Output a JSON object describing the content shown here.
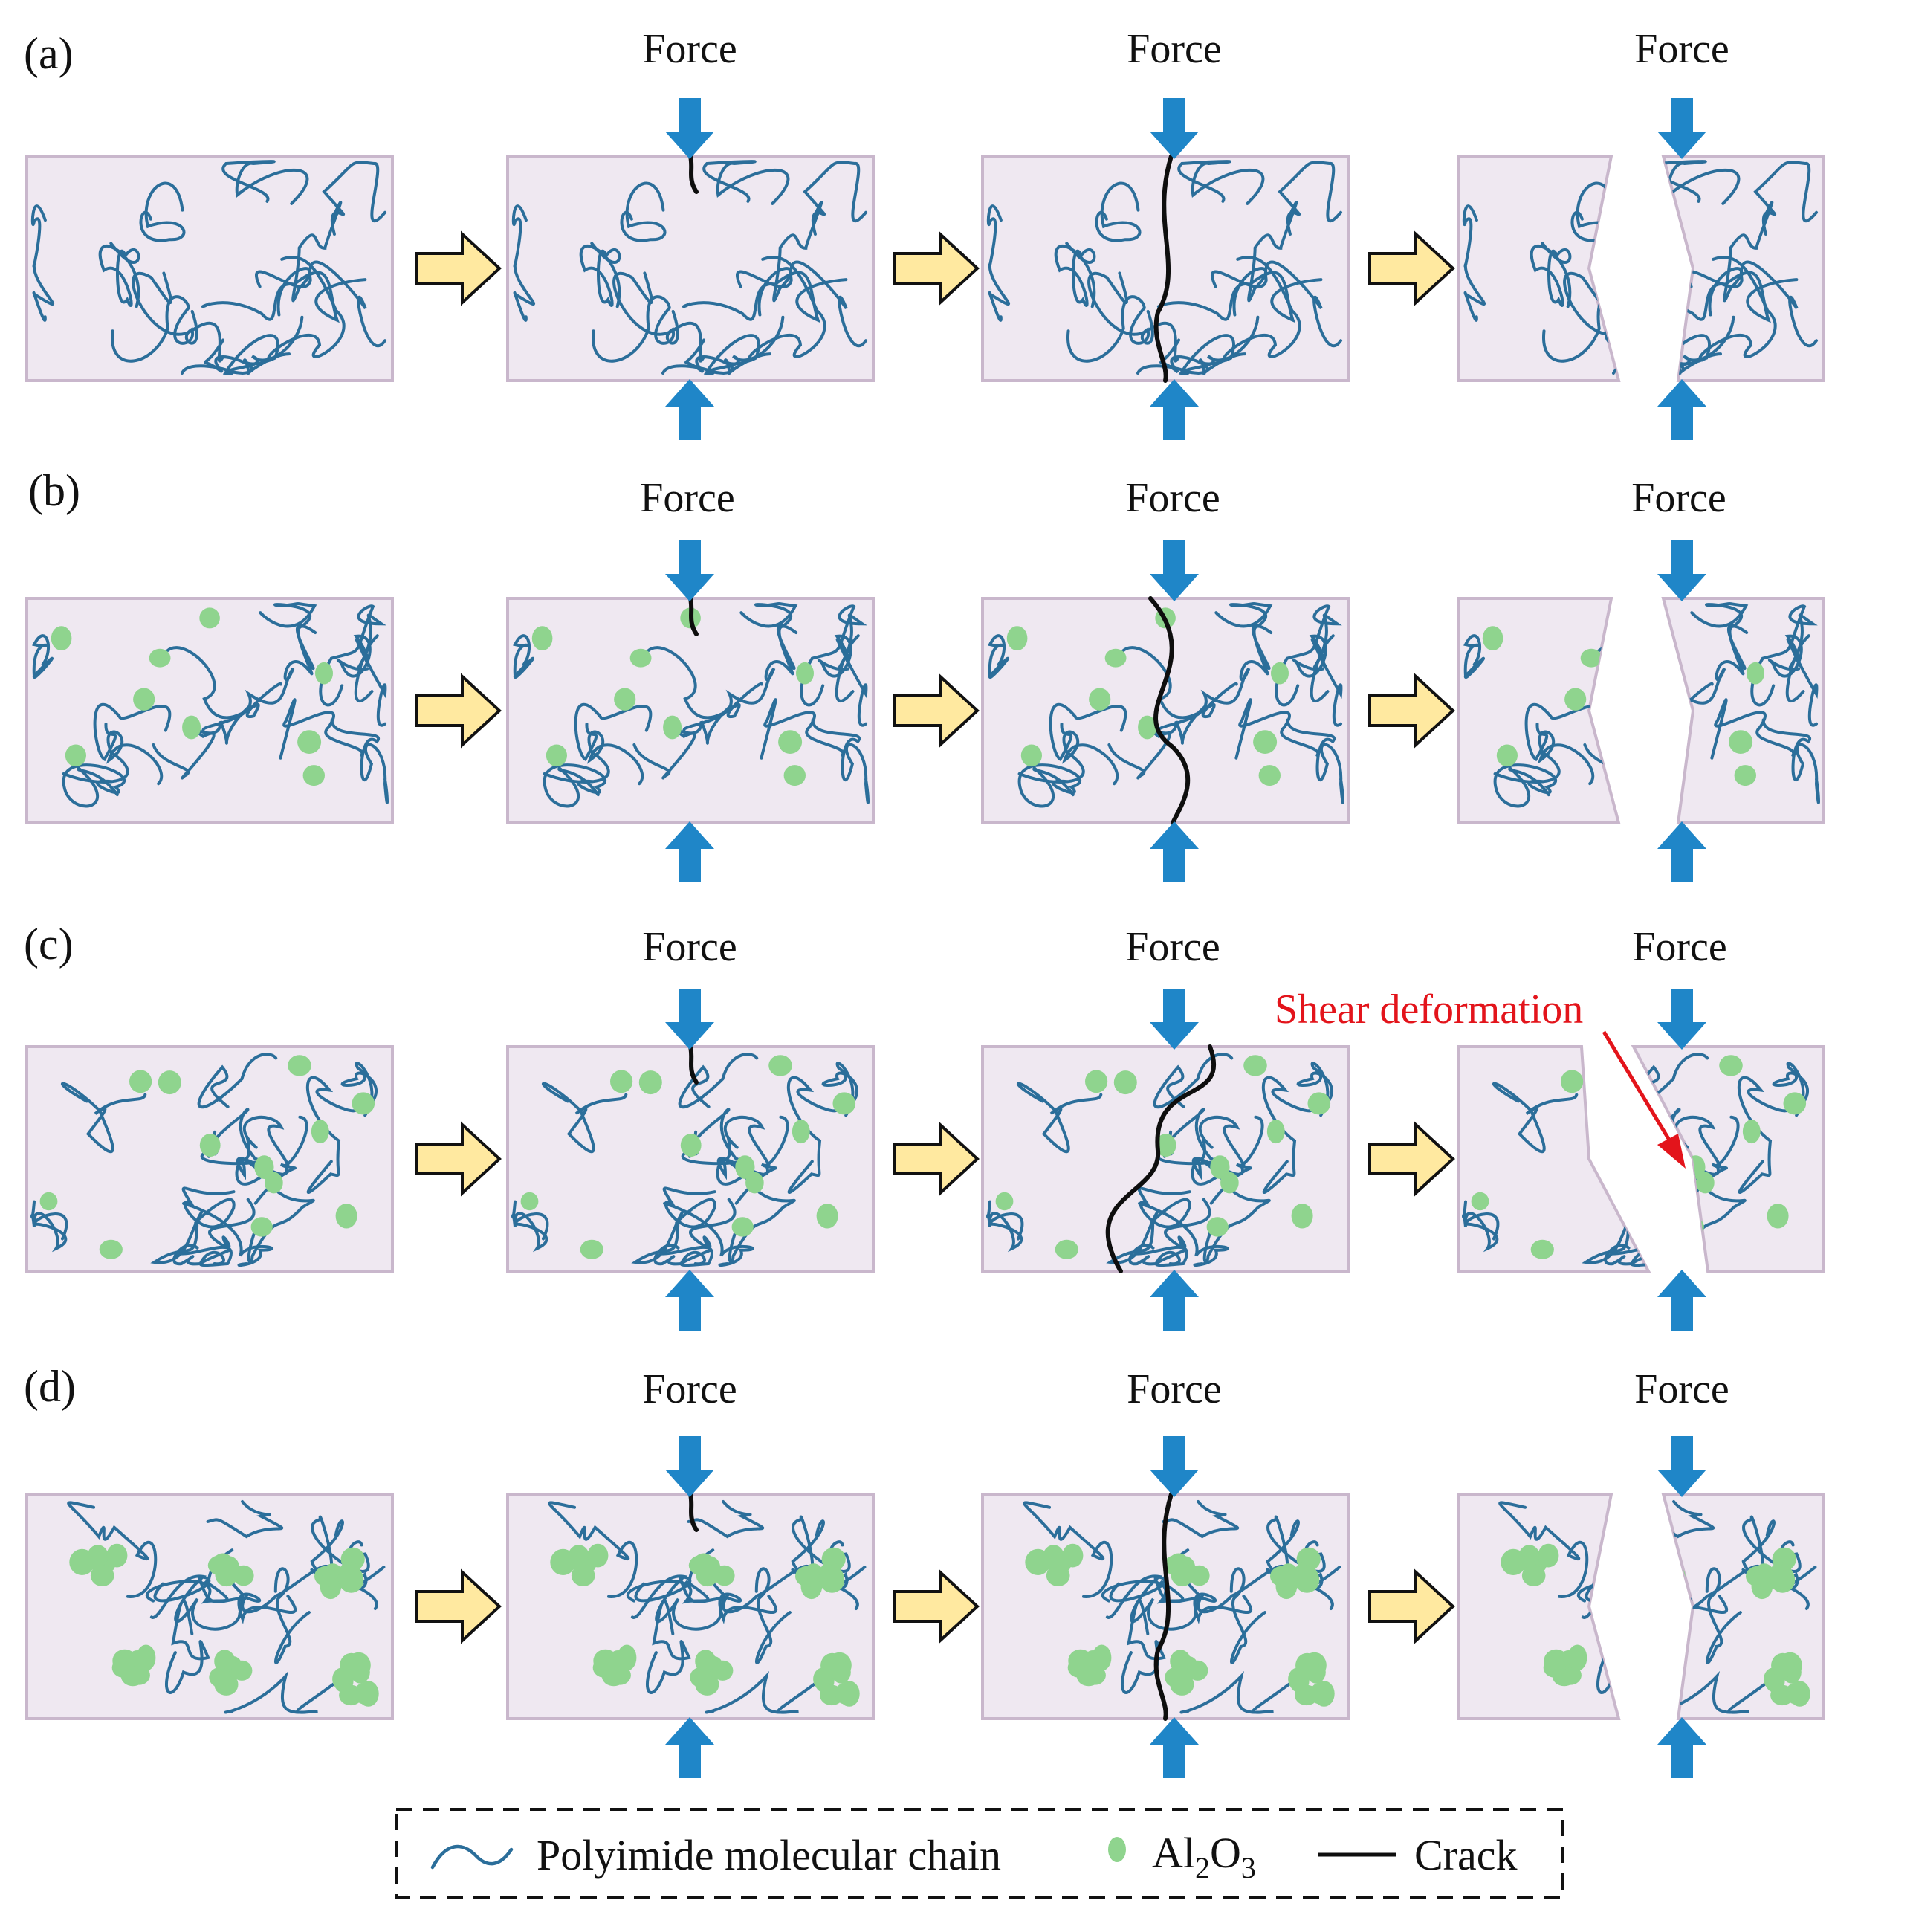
{
  "rows": [
    {
      "label": "(a)",
      "force_label": "Force",
      "filler": "none"
    },
    {
      "label": "(b)",
      "force_label": "Force",
      "filler": "sparse"
    },
    {
      "label": "(c)",
      "force_label": "Force",
      "filler": "interface"
    },
    {
      "label": "(d)",
      "force_label": "Force",
      "filler": "agglomerate"
    }
  ],
  "annotation": {
    "text": "Shear deformation",
    "color": "#e3141b"
  },
  "legend": {
    "chain_label": "Polyimide molecular chain",
    "filler_base": "Al",
    "filler_sub1": "2",
    "filler_mid": "O",
    "filler_sub2": "3",
    "crack_label": "Crack"
  },
  "colors": {
    "panel_fill": "#efe8f1",
    "panel_stroke": "#c9b7cc",
    "chain": "#2b6e9a",
    "filler": "#8fd48e",
    "crack": "#0e0e0e",
    "force_arrow": "#1f86c8",
    "process_arrow_fill": "#ffe9a0",
    "process_arrow_stroke": "#111111"
  }
}
